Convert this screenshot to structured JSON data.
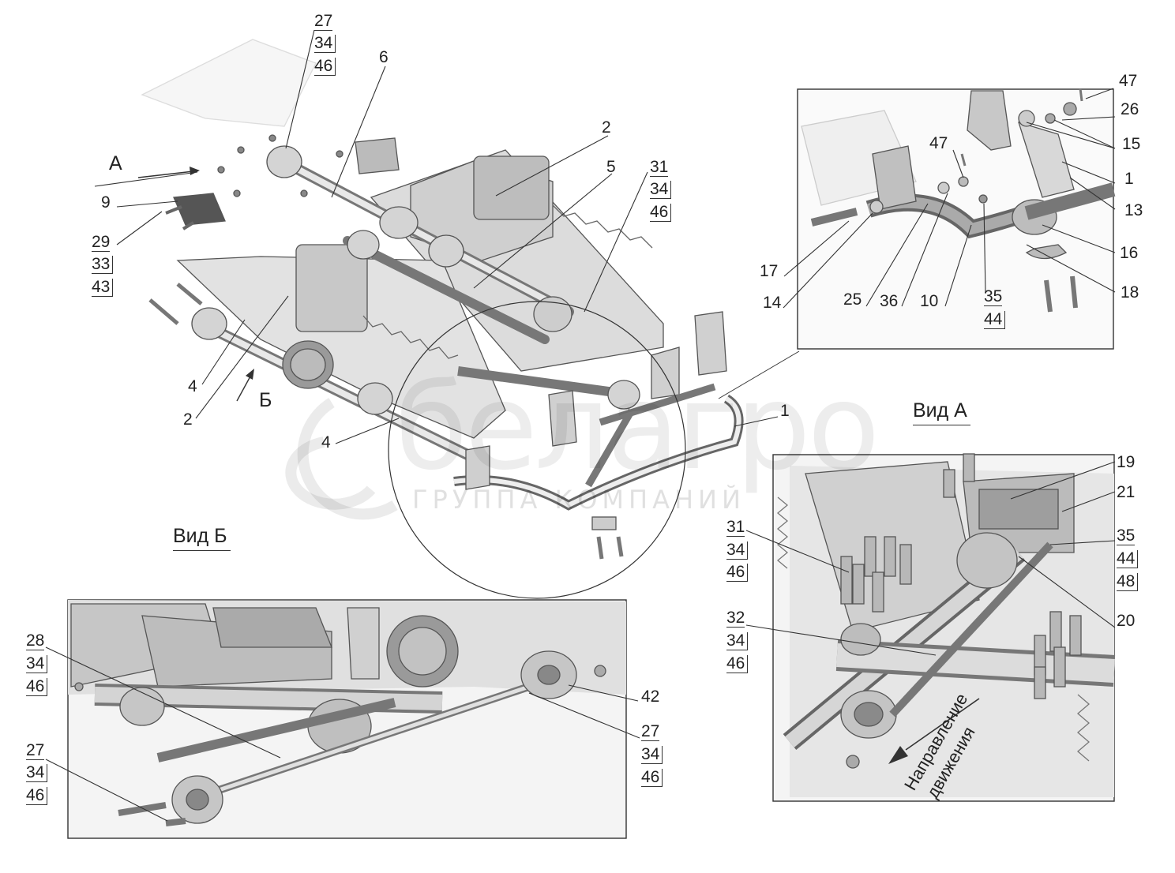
{
  "views": {
    "view_a": "Вид А",
    "view_b": "Вид Б"
  },
  "markers": {
    "a": "А",
    "b": "Б"
  },
  "watermark": {
    "brand": "белагро",
    "subtitle": "ГРУППА КОМПАНИЙ"
  },
  "direction": {
    "line1": "Направление",
    "line2": "движения"
  },
  "labels": {
    "n27_top": "27",
    "n34_top": "34",
    "n46_top": "46",
    "n6": "6",
    "n2_top": "2",
    "n5": "5",
    "n31_main": "31",
    "n34_main": "34",
    "n46_main": "46",
    "n9": "9",
    "n29": "29",
    "n33": "33",
    "n43": "43",
    "n4_left": "4",
    "n2_left": "2",
    "n4_low": "4",
    "n1_main": "1",
    "n47_top": "47",
    "n26": "26",
    "n15": "15",
    "n1_inset": "1",
    "n13": "13",
    "n47_mid": "47",
    "n16": "16",
    "n17": "17",
    "n14": "14",
    "n25": "25",
    "n36": "36",
    "n10": "10",
    "n35_inset": "35",
    "n44_inset": "44",
    "n18": "18",
    "n19": "19",
    "n21": "21",
    "n35_a": "35",
    "n44_a": "44",
    "n48_a": "48",
    "n20": "20",
    "n31_a": "31",
    "n34_a1": "34",
    "n46_a1": "46",
    "n32_a": "32",
    "n34_a2": "34",
    "n46_a2": "46",
    "n28": "28",
    "n34_b1": "34",
    "n46_b1": "46",
    "n42": "42",
    "n27_b": "27",
    "n34_b2": "34",
    "n46_b2": "46",
    "n27_b2": "27",
    "n34_b3": "34",
    "n46_b3": "46"
  }
}
